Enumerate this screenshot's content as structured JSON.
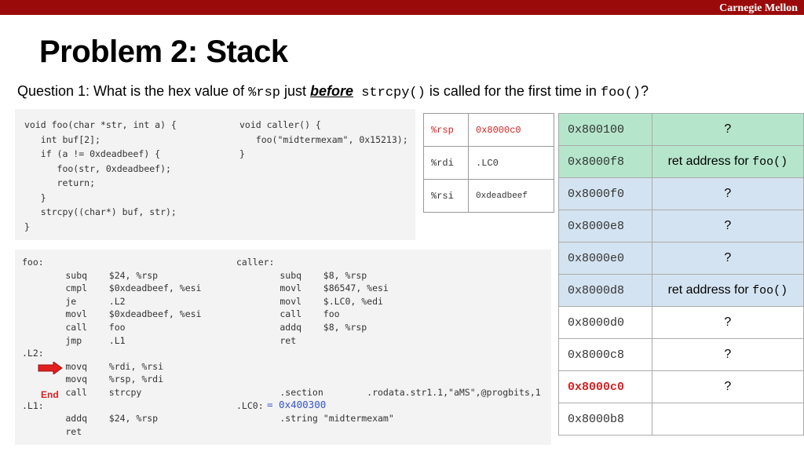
{
  "header": {
    "brand": "Carnegie Mellon"
  },
  "slide": {
    "title": "Problem 2: Stack",
    "question": {
      "prefix": "Question 1: What is the hex value of ",
      "reg": "%rsp",
      "mid": " just ",
      "emph": "before",
      "func": " strcpy()",
      "suffix": " is called for the first time in ",
      "func2": "foo()",
      "end": "?"
    }
  },
  "c_code": {
    "left": "void foo(char *str, int a) {\n   int buf[2];\n   if (a != 0xdeadbeef) {\n      foo(str, 0xdeadbeef);\n      return;\n   }\n   strcpy((char*) buf, str);\n}",
    "right": "void caller() {\n   foo(\"midtermexam\", 0x15213);\n}"
  },
  "asm_code": {
    "left": "foo:\n        subq    $24, %rsp\n        cmpl    $0xdeadbeef, %esi\n        je      .L2\n        movl    $0xdeadbeef, %esi\n        call    foo\n        jmp     .L1\n.L2:\n        movq    %rdi, %rsi\n        movq    %rsp, %rdi\n        call    strcpy\n.L1:\n        addq    $24, %rsp\n        ret",
    "right": "caller:\n        subq    $8, %rsp\n        movl    $86547, %esi\n        movl    $.LC0, %edi\n        call    foo\n        addq    $8, %rsp\n        ret\n\n\n\n        .section        .rodata.str1.1,\"aMS\",@progbits,1\n.LC0:\n        .string \"midtermexam\"",
    "end_label": "End",
    "lc0_address": "= 0x400300"
  },
  "registers": [
    {
      "name": "%rsp",
      "value": "0x8000c0",
      "highlight": true
    },
    {
      "name": "%rdi",
      "value": ".LC0",
      "highlight": false
    },
    {
      "name": "%rsi",
      "value": "0xdeadbeef",
      "highlight": false
    }
  ],
  "stack": [
    {
      "addr": "0x800100",
      "content": "?",
      "color": "green"
    },
    {
      "addr": "0x8000f8",
      "content": "ret address for ",
      "code": "foo()",
      "color": "green"
    },
    {
      "addr": "0x8000f0",
      "content": "?",
      "color": "blue"
    },
    {
      "addr": "0x8000e8",
      "content": "?",
      "color": "blue"
    },
    {
      "addr": "0x8000e0",
      "content": "?",
      "color": "blue"
    },
    {
      "addr": "0x8000d8",
      "content": "ret address for ",
      "code": "foo()",
      "color": "blue"
    },
    {
      "addr": "0x8000d0",
      "content": "?",
      "color": "white"
    },
    {
      "addr": "0x8000c8",
      "content": "?",
      "color": "white"
    },
    {
      "addr": "0x8000c0",
      "content": "?",
      "color": "white",
      "addr_red": true
    },
    {
      "addr": "0x8000b8",
      "content": "",
      "color": "white"
    }
  ],
  "colors": {
    "brand_bar": "#9b0a0a",
    "highlight_red": "#d62020",
    "green_row": "#b5e6cb",
    "blue_row": "#d4e3f1"
  }
}
